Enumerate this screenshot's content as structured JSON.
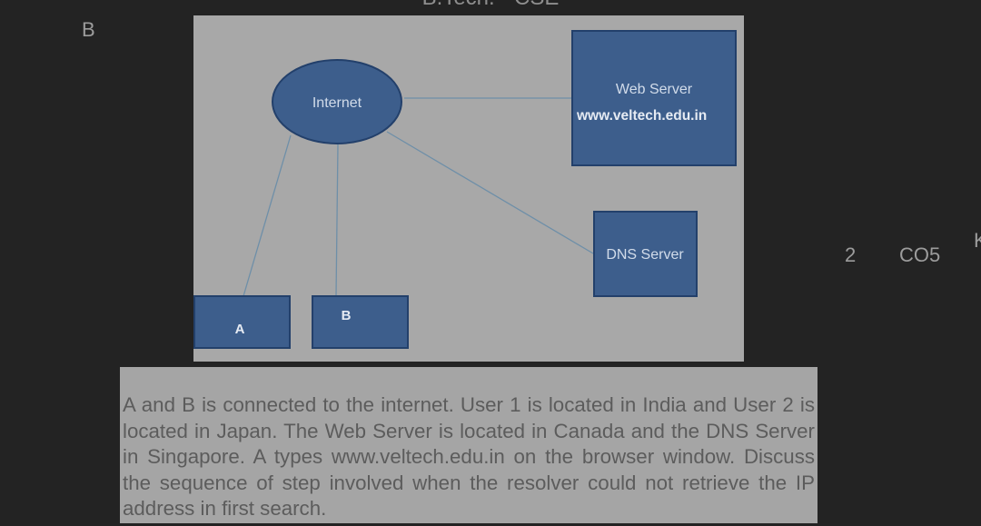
{
  "page": {
    "header": "B.Tech. - CSE",
    "option_letter": "B",
    "marks": "2",
    "course_outcome": "CO5",
    "cut_off_text": "K"
  },
  "diagram": {
    "internet_label": "Internet",
    "web_server_label": "Web Server",
    "web_server_url": "www.veltech.edu.in",
    "dns_server_label": "DNS Server",
    "host_a_label": "A",
    "host_b_label": "B",
    "colors": {
      "background": "#a8a8a8",
      "node_fill": "#3d5e8c",
      "node_stroke": "#23406b",
      "link": "#6e8fa8"
    }
  },
  "question": {
    "text": "A and B is connected to the internet. User 1 is located in India and User 2 is located in Japan. The Web Server is located in Canada and the DNS Server in Singapore. A types www.veltech.edu.in on the browser window. Discuss the sequence of step involved when the resolver could not retrieve the IP address in first search."
  }
}
